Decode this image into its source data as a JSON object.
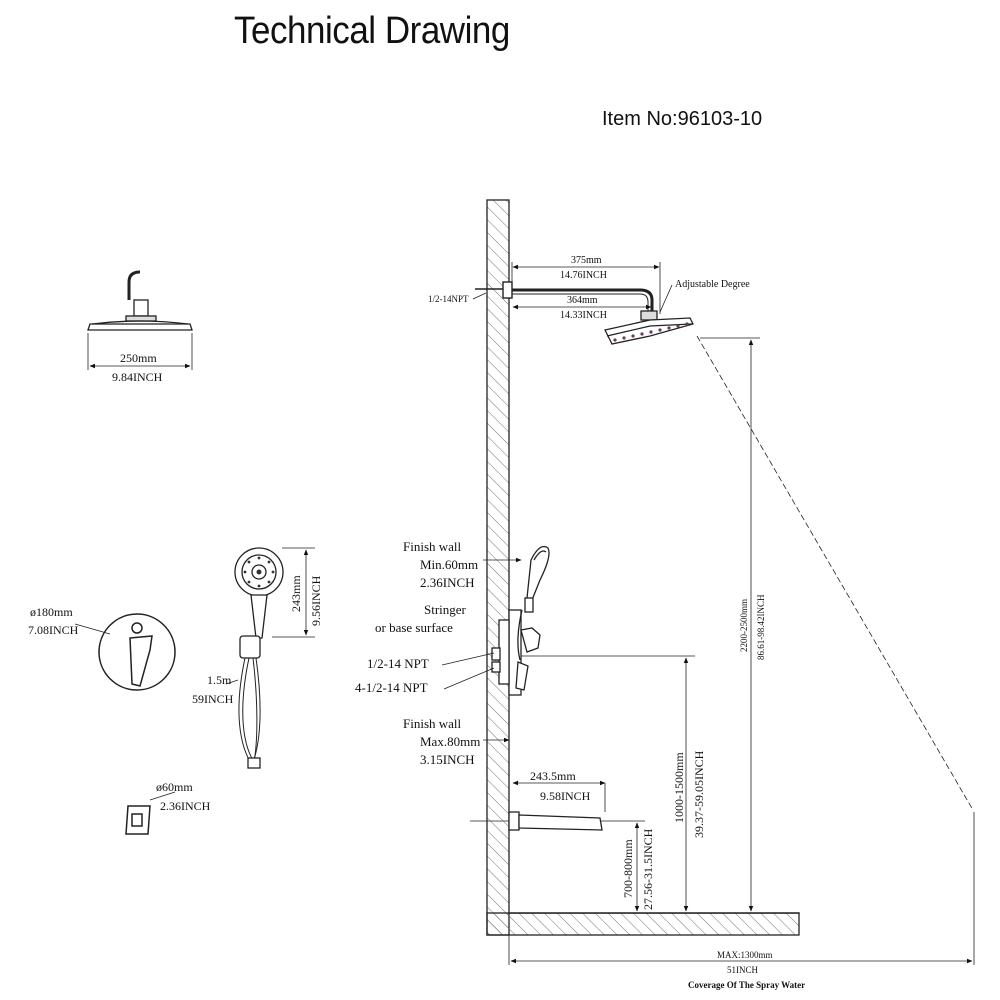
{
  "header": {
    "title": "Technical Drawing",
    "item_no": "Item No:96103-10"
  },
  "shower_head_detail": {
    "mm": "250mm",
    "inch": "9.84INCH"
  },
  "valve_detail": {
    "mm": "ø180mm",
    "inch": "7.08INCH"
  },
  "hand_shower_detail": {
    "mm": "243mm",
    "inch": "9.56INCH",
    "hose_m": "1.5m",
    "hose_inch": "59INCH"
  },
  "outlet_detail": {
    "mm": "ø60mm",
    "inch": "2.36INCH"
  },
  "arm": {
    "overall_mm": "375mm",
    "overall_inch": "14.76INCH",
    "arm_mm": "364mm",
    "arm_inch": "14.33INCH",
    "thread": "1/2-14NPT",
    "adjustable": "Adjustable Degree"
  },
  "wall": {
    "finish_min_l1": "Finish wall",
    "finish_min_l2": "Min.60mm",
    "finish_min_l3": "2.36INCH",
    "stringer_l1": "Stringer",
    "stringer_l2": "or base surface",
    "thread1": "1/2-14 NPT",
    "thread2": "4-1/2-14 NPT",
    "finish_max_l1": "Finish wall",
    "finish_max_l2": "Max.80mm",
    "finish_max_l3": "3.15INCH"
  },
  "spout": {
    "mm": "243.5mm",
    "inch": "9.58INCH"
  },
  "heights": {
    "spout_mm": "700-800mm",
    "spout_inch": "27.56-31.5INCH",
    "valve_mm": "1000-1500mm",
    "valve_inch": "39.37-59.05INCH",
    "head_mm": "2200-2500mm",
    "head_inch": "86.61-98.42INCH"
  },
  "coverage": {
    "mm": "MAX:1300mm",
    "inch": "51INCH",
    "label": "Coverage Of The Spray Water"
  }
}
